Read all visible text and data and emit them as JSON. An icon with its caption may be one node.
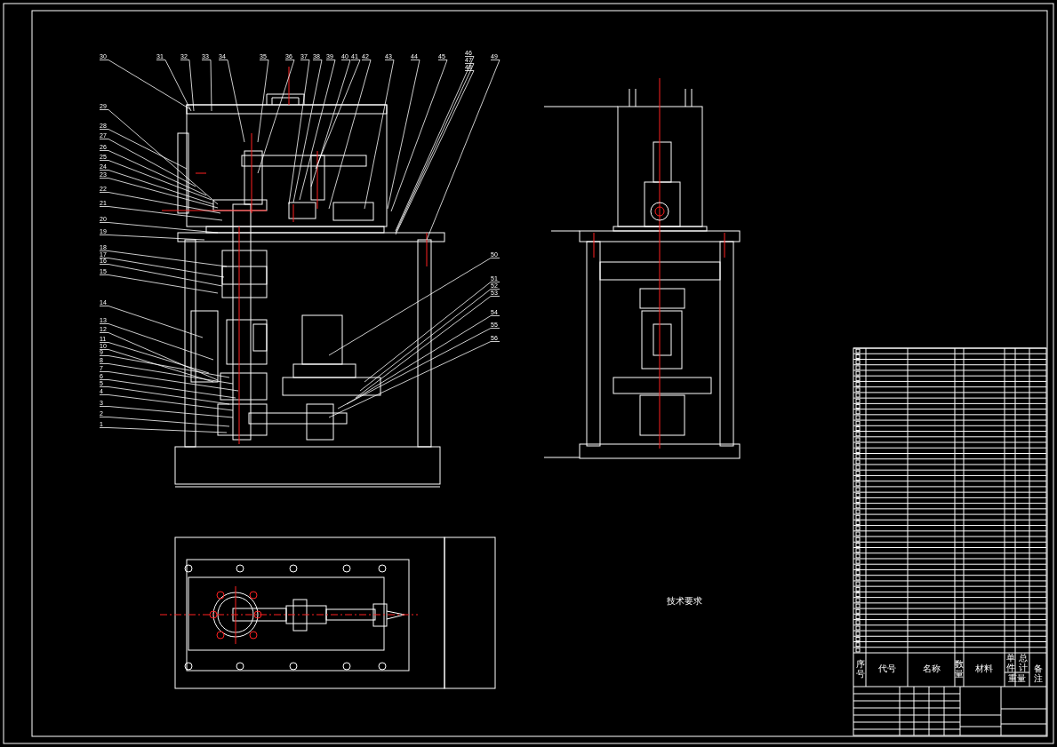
{
  "diagram": {
    "nodes": [
      {
        "text": [
          "1"
        ]
      },
      {
        "text": [
          "2"
        ]
      },
      {
        "text": [
          "3"
        ]
      },
      {
        "text": [
          "4"
        ]
      },
      {
        "text": [
          "5"
        ]
      },
      {
        "text": [
          "6"
        ]
      },
      {
        "text": [
          "7"
        ]
      },
      {
        "text": [
          "8"
        ]
      },
      {
        "text": [
          "9"
        ]
      },
      {
        "text": [
          "10"
        ]
      },
      {
        "text": [
          "11"
        ]
      },
      {
        "text": [
          "12"
        ]
      },
      {
        "text": [
          "13"
        ]
      },
      {
        "text": [
          "14"
        ]
      },
      {
        "text": [
          "15"
        ]
      },
      {
        "text": [
          "16"
        ]
      },
      {
        "text": [
          "17"
        ]
      },
      {
        "text": [
          "18"
        ]
      },
      {
        "text": [
          "19"
        ]
      },
      {
        "text": [
          "20"
        ]
      },
      {
        "text": [
          "21"
        ]
      },
      {
        "text": [
          "22"
        ]
      },
      {
        "text": [
          "23"
        ]
      },
      {
        "text": [
          "24"
        ]
      },
      {
        "text": [
          "25"
        ]
      },
      {
        "text": [
          "26"
        ]
      },
      {
        "text": [
          "27"
        ]
      },
      {
        "text": [
          "28"
        ]
      },
      {
        "text": [
          "29"
        ]
      },
      {
        "text": [
          "30"
        ]
      },
      {
        "text": [
          "31"
        ]
      },
      {
        "text": [
          "32"
        ]
      },
      {
        "text": [
          "33"
        ]
      },
      {
        "text": [
          "34"
        ]
      },
      {
        "text": [
          "35"
        ]
      },
      {
        "text": [
          "36"
        ]
      },
      {
        "text": [
          "37"
        ]
      },
      {
        "text": [
          "38"
        ]
      },
      {
        "text": [
          "39"
        ]
      },
      {
        "text": [
          "40"
        ]
      },
      {
        "text": [
          "41"
        ]
      },
      {
        "text": [
          "42"
        ]
      },
      {
        "text": [
          "43"
        ]
      },
      {
        "text": [
          "44"
        ]
      },
      {
        "text": [
          "45"
        ]
      },
      {
        "text": [
          "46"
        ]
      },
      {
        "text": [
          "47"
        ]
      },
      {
        "text": [
          "48"
        ]
      },
      {
        "text": [
          "49"
        ]
      },
      {
        "text": [
          "50"
        ]
      },
      {
        "text": [
          "51"
        ]
      },
      {
        "text": [
          "52"
        ]
      },
      {
        "text": [
          "53"
        ]
      },
      {
        "text": [
          "54"
        ]
      },
      {
        "text": [
          "55"
        ]
      },
      {
        "text": [
          "56"
        ]
      }
    ],
    "edges": [
      {
        "from": 0,
        "to": null,
        "arrow": "none"
      },
      {
        "from": 1,
        "to": null,
        "arrow": "none"
      },
      {
        "from": 2,
        "to": null,
        "arrow": "none"
      },
      {
        "from": 3,
        "to": null,
        "arrow": "none"
      },
      {
        "from": 4,
        "to": null,
        "arrow": "none"
      },
      {
        "from": 5,
        "to": null,
        "arrow": "none"
      },
      {
        "from": 6,
        "to": null,
        "arrow": "none"
      },
      {
        "from": 7,
        "to": null,
        "arrow": "none"
      },
      {
        "from": 8,
        "to": null,
        "arrow": "none"
      },
      {
        "from": 9,
        "to": null,
        "arrow": "none"
      },
      {
        "from": 10,
        "to": null,
        "arrow": "none"
      },
      {
        "from": 11,
        "to": null,
        "arrow": "none"
      },
      {
        "from": 12,
        "to": null,
        "arrow": "none"
      },
      {
        "from": 13,
        "to": null,
        "arrow": "none"
      },
      {
        "from": 14,
        "to": null,
        "arrow": "none"
      },
      {
        "from": 15,
        "to": null,
        "arrow": "none"
      },
      {
        "from": 16,
        "to": null,
        "arrow": "none"
      },
      {
        "from": 17,
        "to": null,
        "arrow": "none"
      },
      {
        "from": 18,
        "to": null,
        "arrow": "none"
      },
      {
        "from": 19,
        "to": null,
        "arrow": "none"
      },
      {
        "from": 20,
        "to": null,
        "arrow": "none"
      },
      {
        "from": 21,
        "to": null,
        "arrow": "none"
      },
      {
        "from": 22,
        "to": null,
        "arrow": "none"
      },
      {
        "from": 23,
        "to": null,
        "arrow": "none"
      },
      {
        "from": 24,
        "to": null,
        "arrow": "none"
      },
      {
        "from": 25,
        "to": null,
        "arrow": "none"
      },
      {
        "from": 26,
        "to": null,
        "arrow": "none"
      },
      {
        "from": 27,
        "to": null,
        "arrow": "none"
      },
      {
        "from": 28,
        "to": null,
        "arrow": "none"
      },
      {
        "from": 29,
        "to": null,
        "arrow": "none"
      },
      {
        "from": 30,
        "to": null,
        "arrow": "none"
      },
      {
        "from": 31,
        "to": null,
        "arrow": "none"
      },
      {
        "from": 32,
        "to": null,
        "arrow": "none"
      },
      {
        "from": 33,
        "to": null,
        "arrow": "none"
      },
      {
        "from": 34,
        "to": null,
        "arrow": "none"
      },
      {
        "from": 35,
        "to": null,
        "arrow": "none"
      },
      {
        "from": 36,
        "to": null,
        "arrow": "none"
      },
      {
        "from": 37,
        "to": null,
        "arrow": "none"
      },
      {
        "from": 38,
        "to": null,
        "arrow": "none"
      },
      {
        "from": 39,
        "to": null,
        "arrow": "none"
      },
      {
        "from": 40,
        "to": null,
        "arrow": "none"
      },
      {
        "from": 41,
        "to": null,
        "arrow": "none"
      },
      {
        "from": 42,
        "to": null,
        "arrow": "none"
      },
      {
        "from": 43,
        "to": null,
        "arrow": "none"
      },
      {
        "from": 44,
        "to": null,
        "arrow": "none"
      },
      {
        "from": 45,
        "to": null,
        "arrow": "none"
      },
      {
        "from": 46,
        "to": null,
        "arrow": "none"
      },
      {
        "from": 47,
        "to": null,
        "arrow": "none"
      },
      {
        "from": 48,
        "to": null,
        "arrow": "none"
      },
      {
        "from": 49,
        "to": null,
        "arrow": "none"
      },
      {
        "from": 50,
        "to": null,
        "arrow": "none"
      },
      {
        "from": 51,
        "to": null,
        "arrow": "none"
      },
      {
        "from": 52,
        "to": null,
        "arrow": "none"
      },
      {
        "from": 53,
        "to": null,
        "arrow": "none"
      },
      {
        "from": 54,
        "to": null,
        "arrow": "none"
      },
      {
        "from": 55,
        "to": null,
        "arrow": "none"
      }
    ],
    "labels": [
      "技术要求",
      "序号",
      "代号",
      "名称",
      "数量",
      "材料",
      "单件",
      "总计",
      "重量",
      "备注"
    ]
  }
}
